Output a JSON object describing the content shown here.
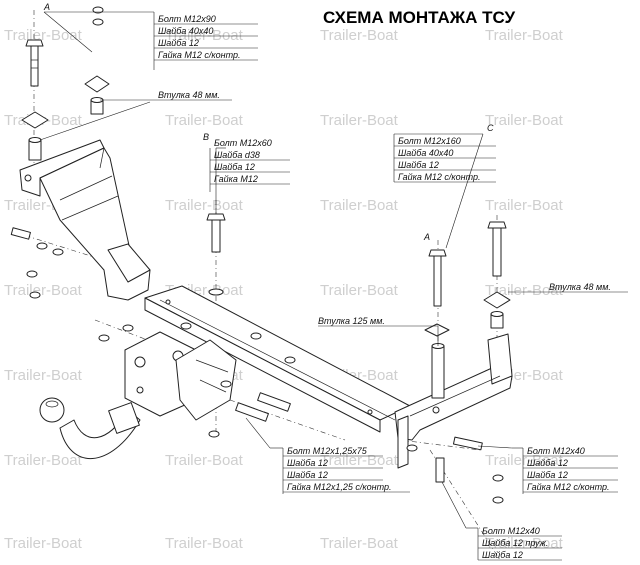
{
  "title": "СХЕМА МОНТАЖА ТСУ",
  "watermark": "Trailer-Boat",
  "point_letters": {
    "a1": "A",
    "a2": "A",
    "b": "B",
    "c": "C"
  },
  "groups": {
    "a_top": [
      "Болт M12x90",
      "Шайба 40x40",
      "Шайба 12",
      "Гайка M12 с/контр."
    ],
    "sleeve_left": [
      "Втулка 48 мм."
    ],
    "b": [
      "Болт M12x60",
      "Шайба d38",
      "Шайба 12",
      "Гайка M12"
    ],
    "c": [
      "Болт M12x160",
      "Шайба 40x40",
      "Шайба 12",
      "Гайка M12 с/контр."
    ],
    "sleeve_right": [
      "Втулка 48 мм."
    ],
    "sleeve_125": [
      "Втулка 125 мм."
    ],
    "bottom_center": [
      "Болт M12x1,25x75",
      "Шайба 12",
      "Шайба 12",
      "Гайка M12x1,25 с/контр."
    ],
    "bottom_right": [
      "Болт M12x40",
      "Шайба 12",
      "Шайба 12",
      "Гайка M12 с/контр."
    ],
    "bottom_small": [
      "Болт M12x40",
      "Шайба 12 пруж.",
      "Шайба 12"
    ]
  },
  "colors": {
    "line": "#222222",
    "watermark": "#cfcfcf"
  }
}
